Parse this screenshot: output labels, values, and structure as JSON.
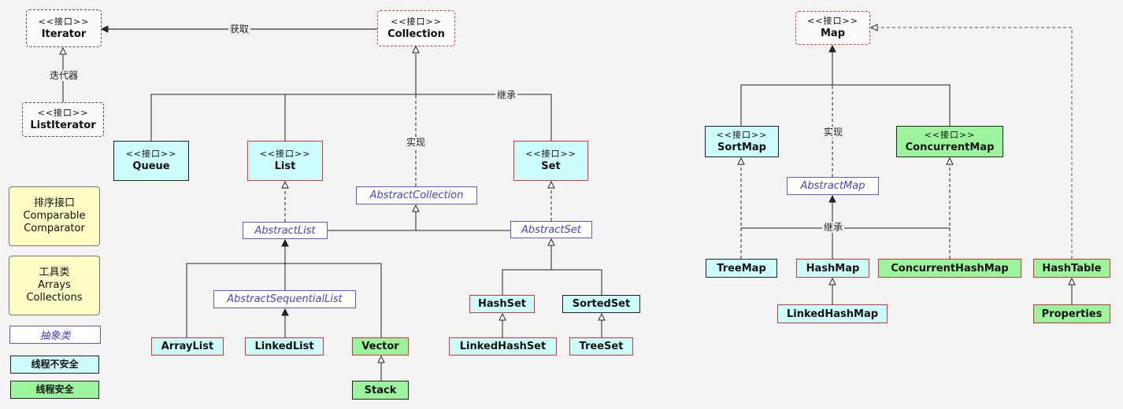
{
  "nodes": {
    "iterator": {
      "stereotype": "<<接口>>",
      "name": "Iterator"
    },
    "collection": {
      "stereotype": "<<接口>>",
      "name": "Collection"
    },
    "listiterator": {
      "stereotype": "<<接口>>",
      "name": "ListIterator"
    },
    "queue": {
      "stereotype": "<<接口>>",
      "name": "Queue"
    },
    "list": {
      "stereotype": "<<接口>>",
      "name": "List"
    },
    "set": {
      "stereotype": "<<接口>>",
      "name": "Set"
    },
    "abstractcollection": {
      "name": "AbstractCollection"
    },
    "abstractlist": {
      "name": "AbstractList"
    },
    "abstractset": {
      "name": "AbstractSet"
    },
    "abstractsequentiallist": {
      "name": "AbstractSequentialList"
    },
    "arraylist": {
      "name": "ArrayList"
    },
    "linkedlist": {
      "name": "LinkedList"
    },
    "vector": {
      "name": "Vector"
    },
    "stack": {
      "name": "Stack"
    },
    "hashset": {
      "name": "HashSet"
    },
    "sortedset": {
      "name": "SortedSet"
    },
    "linkedhashset": {
      "name": "LinkedHashSet"
    },
    "treeset": {
      "name": "TreeSet"
    },
    "map": {
      "stereotype": "<<接口>>",
      "name": "Map"
    },
    "sortmap": {
      "stereotype": "<<接口>>",
      "name": "SortMap"
    },
    "concurrentmap": {
      "stereotype": "<<接口>>",
      "name": "ConcurrentMap"
    },
    "abstractmap": {
      "name": "AbstractMap"
    },
    "treemap": {
      "name": "TreeMap"
    },
    "hashmap": {
      "name": "HashMap"
    },
    "concurrenthashmap": {
      "name": "ConcurrentHashMap"
    },
    "hashtable": {
      "name": "HashTable"
    },
    "linkedhashmap": {
      "name": "LinkedHashMap"
    },
    "properties": {
      "name": "Properties"
    }
  },
  "legend": {
    "sort": {
      "line1": "排序接口",
      "line2": "Comparable",
      "line3": "Comparator"
    },
    "tools": {
      "line1": "工具类",
      "line2": "Arrays",
      "line3": "Collections"
    },
    "abstract": "抽象类",
    "unsafe": "线程不安全",
    "safe": "线程安全"
  },
  "edge_labels": {
    "obtain": "获取",
    "iterator": "迭代器",
    "inherit_left": "继承",
    "implement_left": "实现",
    "implement_right": "实现",
    "inherit_right": "继承"
  },
  "colors": {
    "thread_unsafe_fill": "#ccfcfc",
    "thread_safe_fill": "#9cf59c",
    "interface_border": "#e03b3b",
    "abstract_text": "#4545c8",
    "legend_fill": "#fefec4"
  }
}
